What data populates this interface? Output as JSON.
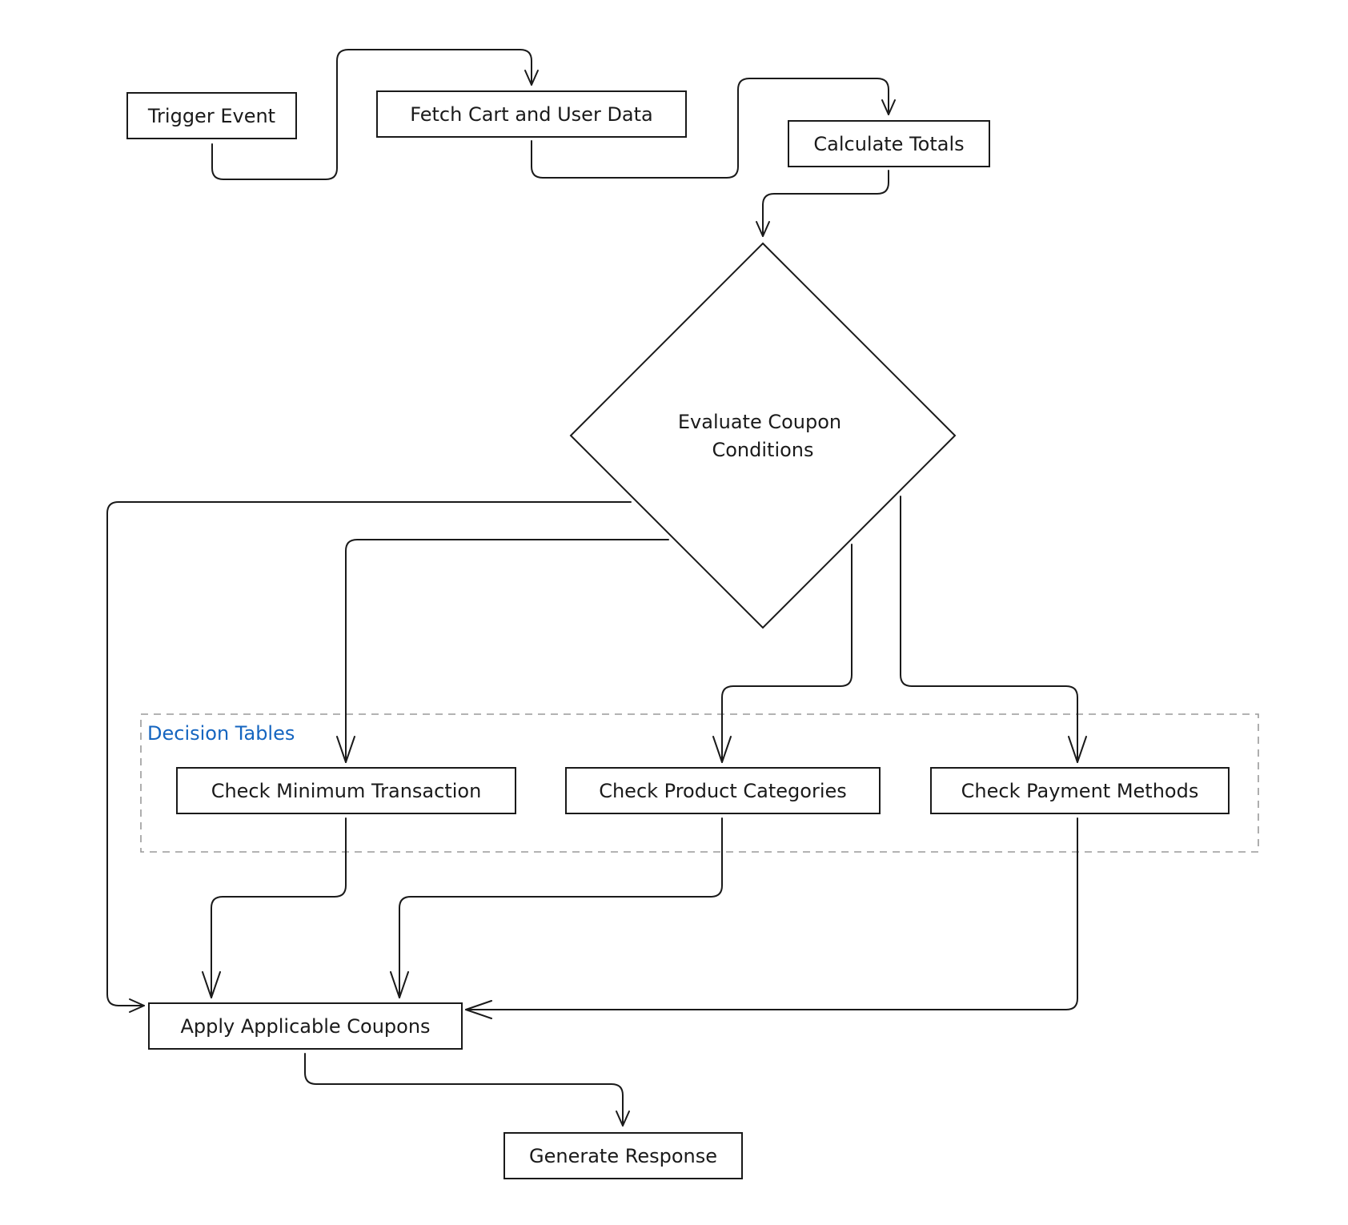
{
  "colors": {
    "ink": "#1a1a1a",
    "group_border": "#9a9a9a",
    "group_label": "#1565c0",
    "background": "#ffffff"
  },
  "group": {
    "label": "Decision Tables"
  },
  "nodes": {
    "trigger_event": "Trigger Event",
    "fetch_cart_and_user_data": "Fetch Cart and User Data",
    "calculate_totals": "Calculate Totals",
    "evaluate_coupon_conditions": [
      "Evaluate Coupon",
      "Conditions"
    ],
    "check_minimum_transaction": "Check Minimum Transaction",
    "check_product_categories": "Check Product Categories",
    "check_payment_methods": "Check Payment Methods",
    "apply_applicable_coupons": "Apply Applicable Coupons",
    "generate_response": "Generate Response"
  },
  "edges": [
    {
      "from": "Trigger Event",
      "to": "Fetch Cart and User Data"
    },
    {
      "from": "Fetch Cart and User Data",
      "to": "Calculate Totals"
    },
    {
      "from": "Calculate Totals",
      "to": "Evaluate Coupon Conditions"
    },
    {
      "from": "Evaluate Coupon Conditions",
      "to": "Check Minimum Transaction"
    },
    {
      "from": "Evaluate Coupon Conditions",
      "to": "Check Product Categories"
    },
    {
      "from": "Evaluate Coupon Conditions",
      "to": "Check Payment Methods"
    },
    {
      "from": "Evaluate Coupon Conditions",
      "to": "Apply Applicable Coupons"
    },
    {
      "from": "Check Minimum Transaction",
      "to": "Apply Applicable Coupons"
    },
    {
      "from": "Check Product Categories",
      "to": "Apply Applicable Coupons"
    },
    {
      "from": "Check Payment Methods",
      "to": "Apply Applicable Coupons"
    },
    {
      "from": "Apply Applicable Coupons",
      "to": "Generate Response"
    }
  ]
}
